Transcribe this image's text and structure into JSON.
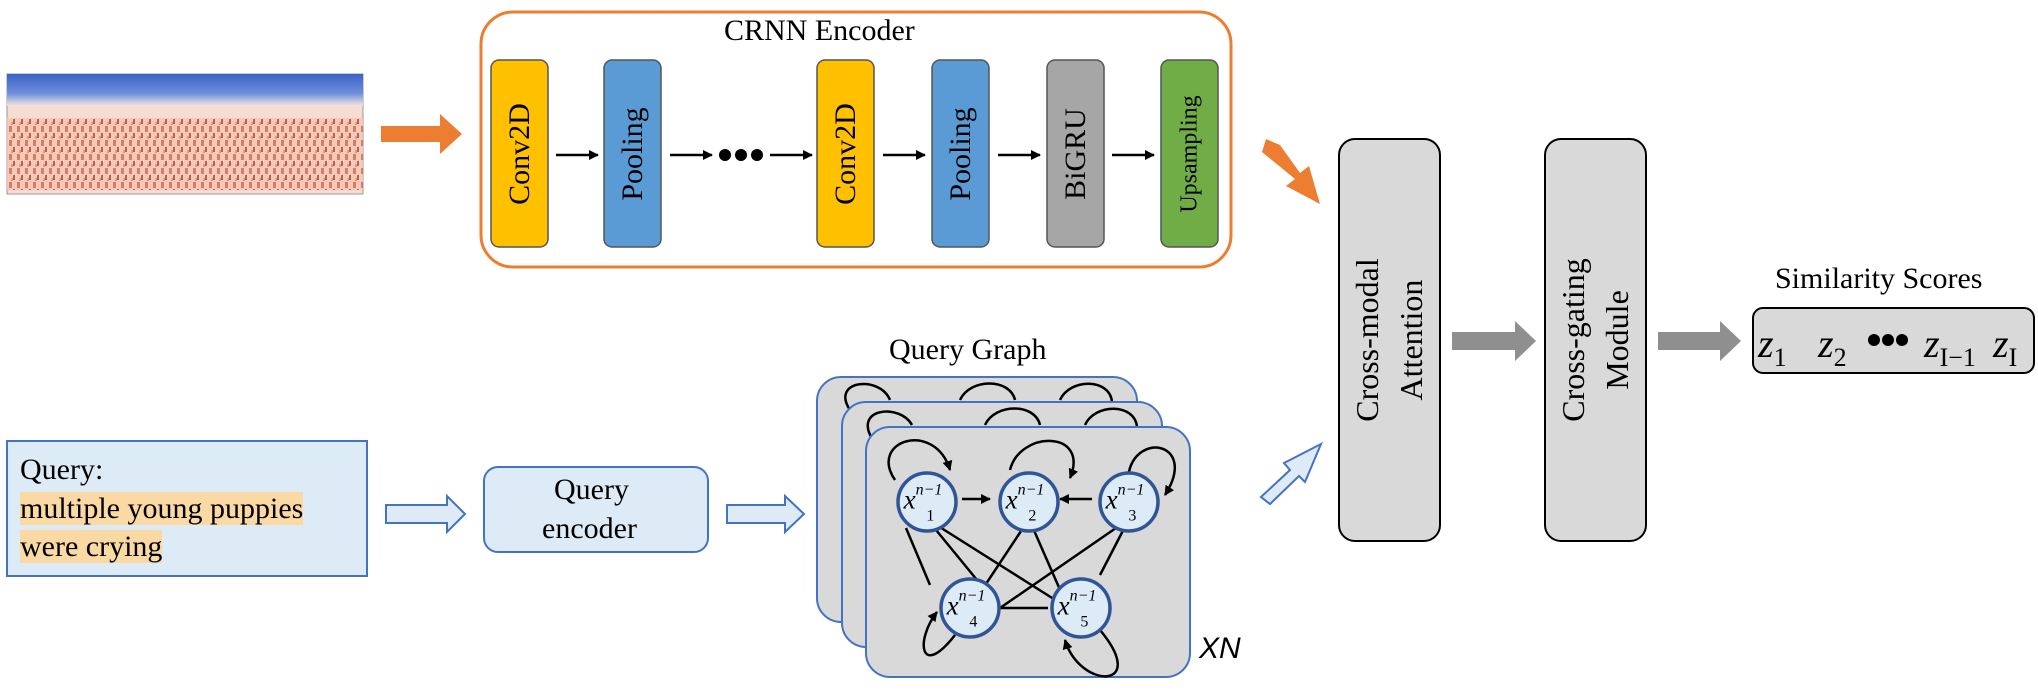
{
  "crnn": {
    "title": "CRNN Encoder",
    "blocks": [
      {
        "label": "Conv2D",
        "fill": "#ffc000"
      },
      {
        "label": "Pooling",
        "fill": "#5b9bd5"
      },
      {
        "label": "Conv2D",
        "fill": "#ffc000"
      },
      {
        "label": "Pooling",
        "fill": "#5b9bd5"
      },
      {
        "label": "BiGRU",
        "fill": "#a6a6a6"
      },
      {
        "label": "Upsampling",
        "fill": "#70ad47"
      }
    ]
  },
  "query": {
    "heading": "Query:",
    "line1": "multiple young puppies",
    "line2": "were crying"
  },
  "encoder": {
    "line1": "Query",
    "line2": "encoder"
  },
  "graph": {
    "title": "Query Graph",
    "nodes": [
      {
        "var": "x",
        "sup": "n−1",
        "sub": "1"
      },
      {
        "var": "x",
        "sup": "n−1",
        "sub": "2"
      },
      {
        "var": "x",
        "sup": "n−1",
        "sub": "3"
      },
      {
        "var": "x",
        "sup": "n−1",
        "sub": "4"
      },
      {
        "var": "x",
        "sup": "n−1",
        "sub": "5"
      }
    ],
    "repeat_label": "XN"
  },
  "attention": {
    "line1": "Cross-modal",
    "line2": "Attention"
  },
  "gating": {
    "line1": "Cross-gating",
    "line2": "Module"
  },
  "scores": {
    "title": "Similarity Scores",
    "items": [
      {
        "var": "z",
        "sub": "1"
      },
      {
        "var": "z",
        "sub": "2"
      },
      {
        "var": "z",
        "sub": "I−1"
      },
      {
        "var": "z",
        "sub": "I"
      }
    ]
  },
  "colors": {
    "orange_arrow": "#ed7d31",
    "blue_arrow_fill": "#deebf7",
    "blue_stroke": "#4472c4",
    "gray_arrow": "#8f8f8f",
    "module_fill": "#d9d9d9",
    "query_fill": "#ddebf7",
    "highlight": "#fbd9a4"
  }
}
